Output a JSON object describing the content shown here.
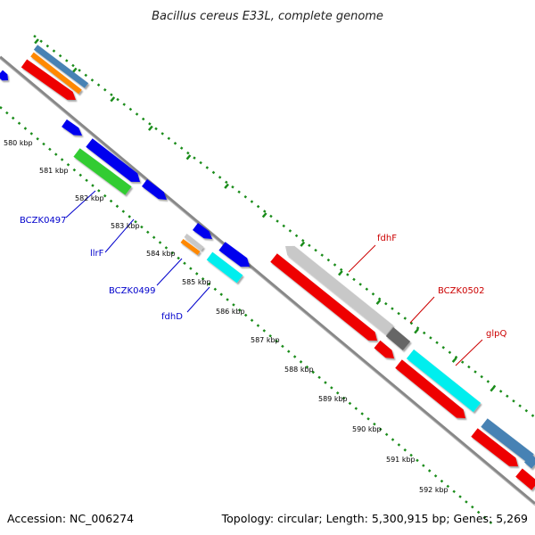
{
  "title": "Bacillus cereus E33L, complete genome",
  "accession_text": "Accession: NC_006274",
  "topology_text": "Topology: circular; Length: 5,300,915 bp; Genes: 5,269",
  "ticks": [
    "580 kbp",
    "581 kbp",
    "582 kbp",
    "583 kbp",
    "584 kbp",
    "585 kbp",
    "586 kbp",
    "587 kbp",
    "588 kbp",
    "589 kbp",
    "590 kbp",
    "591 kbp",
    "592 kbp"
  ],
  "gene_labels": [
    {
      "id": "bczk0497",
      "text": "BCZK0497",
      "color": "#0000cc"
    },
    {
      "id": "llrf",
      "text": "llrF",
      "color": "#0000cc"
    },
    {
      "id": "bczk0499",
      "text": "BCZK0499",
      "color": "#0000cc"
    },
    {
      "id": "fdhd",
      "text": "fdhD",
      "color": "#0000cc"
    },
    {
      "id": "fdhf",
      "text": "fdhF",
      "color": "#cc0000"
    },
    {
      "id": "bczk0502",
      "text": "BCZK0502",
      "color": "#cc0000"
    },
    {
      "id": "glpq",
      "text": "glpQ",
      "color": "#cc0000"
    }
  ],
  "colors": {
    "backbone": "#888888",
    "dots": "#1a8c1a",
    "cds": "#ee0000",
    "blue": "#0000ee",
    "steel": "#4682b4",
    "green": "#33cc33",
    "orange": "#ff8800",
    "cyan": "#00eeee",
    "lightgray": "#c8c8c8",
    "darkgray": "#666666"
  }
}
